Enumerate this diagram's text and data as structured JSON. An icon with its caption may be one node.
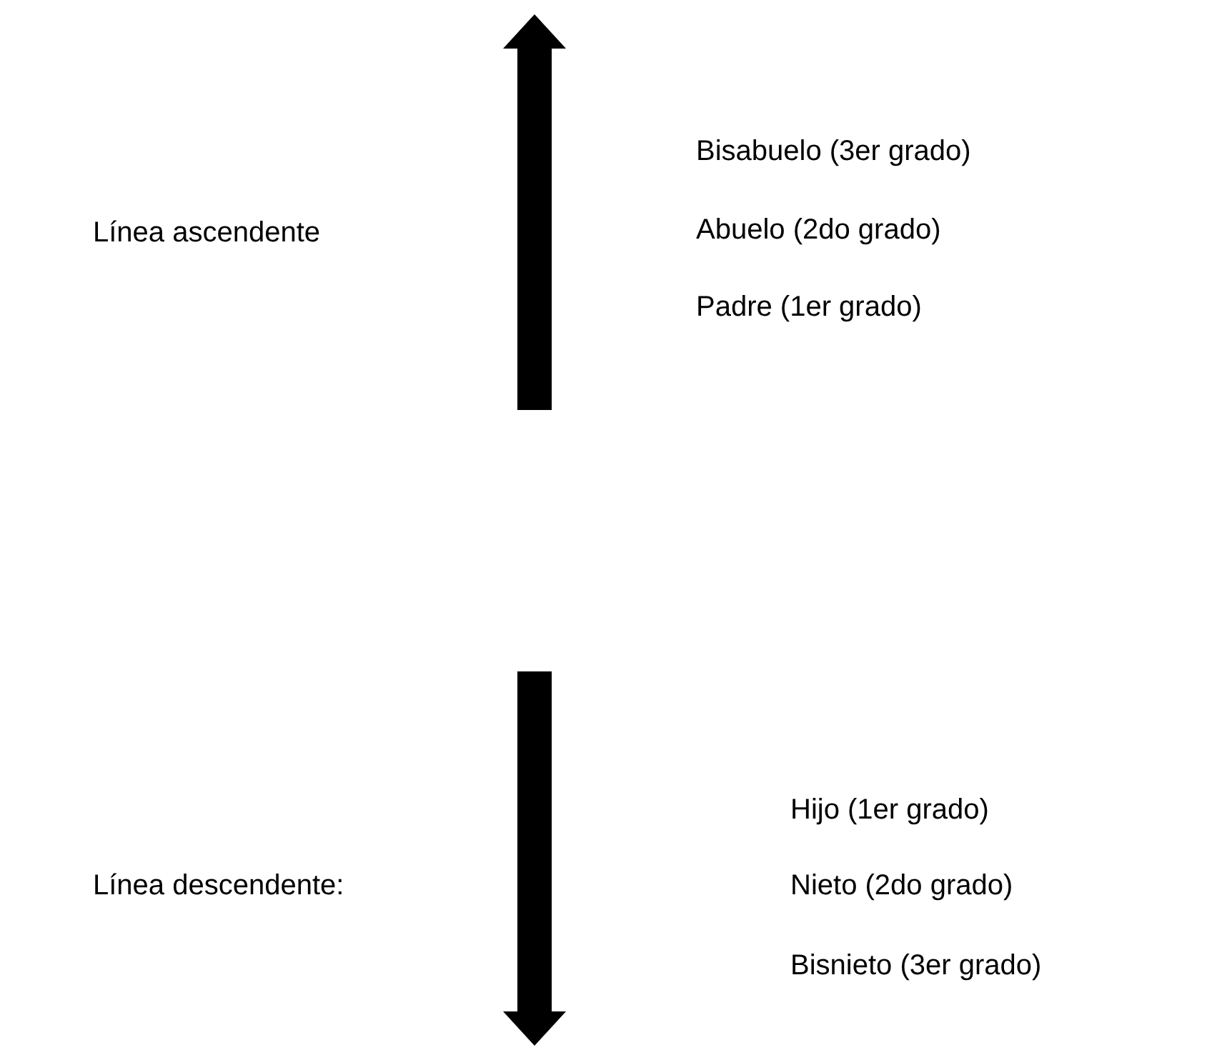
{
  "diagram": {
    "labels": [
      "Bisabuelo (3er grado)",
      "Línea ascendente",
      "Abuelo (2do grado)",
      "Padre (1er grado)",
      "Hijo (1er grado)",
      "Línea descendente:",
      "Nieto (2do grado)",
      "Bisnieto (3er grado)"
    ]
  }
}
